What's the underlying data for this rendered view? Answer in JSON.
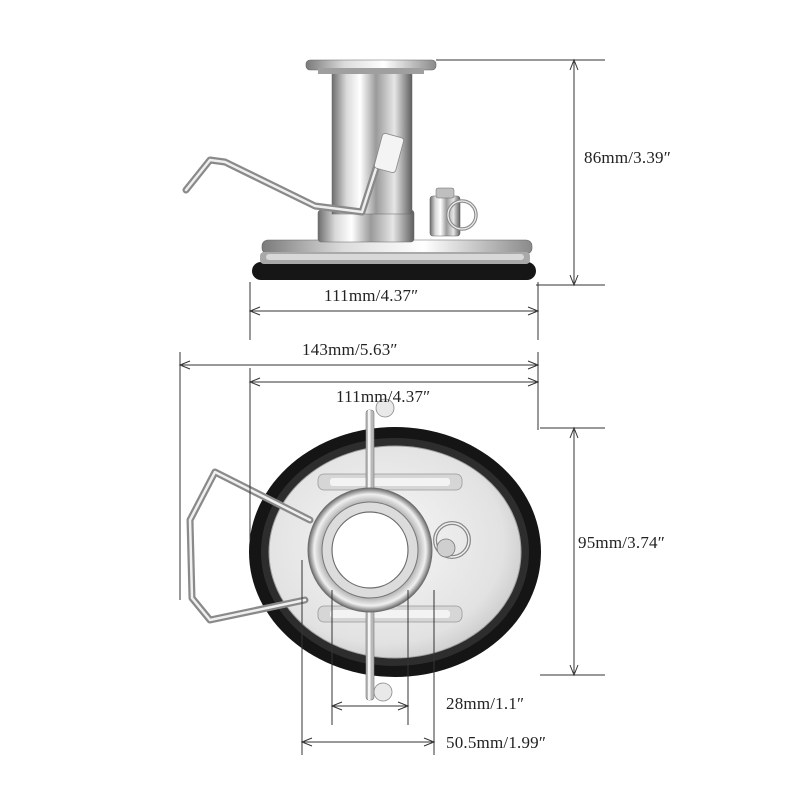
{
  "colors": {
    "dimension_line": "#333333",
    "steel_light": "#f2f2f2",
    "steel_mid": "#b8b8b8",
    "steel_dark": "#5a5a5a",
    "gasket": "#1a1a1a",
    "plate": "#e9e9ea"
  },
  "dimensions": {
    "height": "86mm/3.39″",
    "side_width": "111mm/4.37″",
    "overall_width": "143mm/5.63″",
    "top_width": "111mm/4.37″",
    "top_depth": "95mm/3.74″",
    "inner_diameter": "28mm/1.1″",
    "outer_diameter": "50.5mm/1.99″"
  },
  "icons": {
    "side_view": "keg-coupler-side-view",
    "top_view": "keg-coupler-top-view"
  }
}
